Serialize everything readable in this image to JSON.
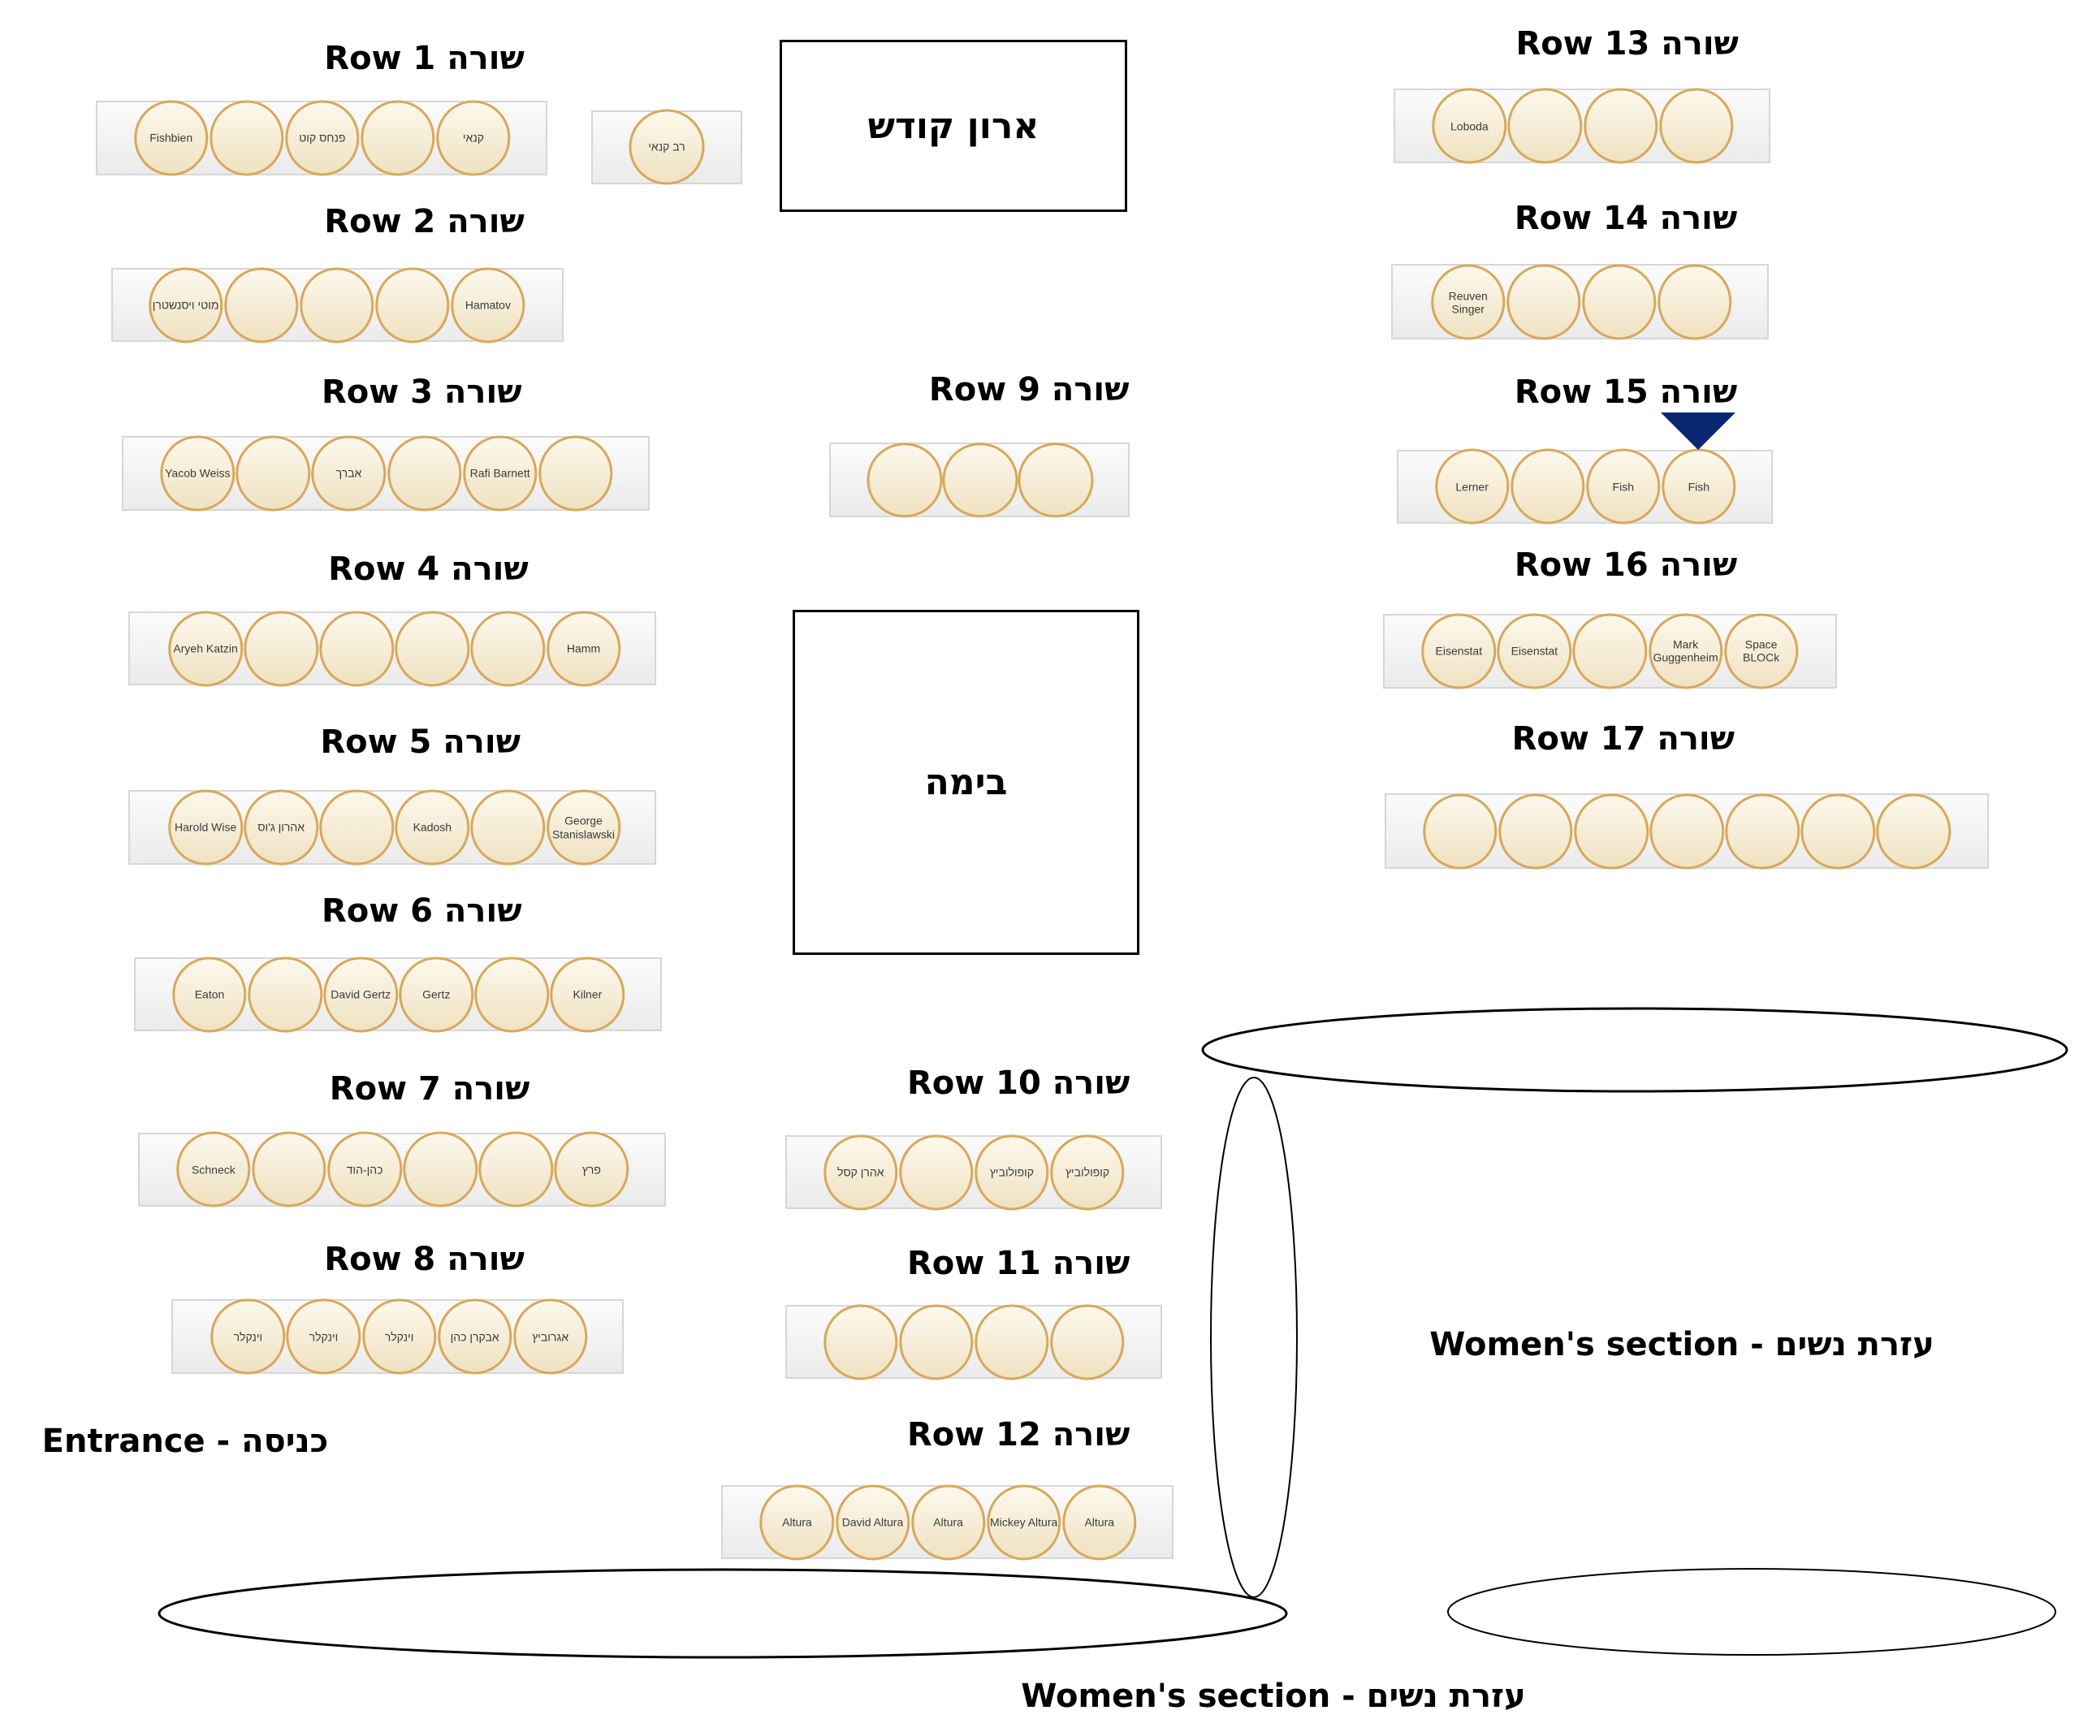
{
  "landmarks": {
    "ark": "ארון קודש",
    "bimah": "בימה",
    "entrance": "Entrance - כניסה",
    "womens_section_right": "Women's section - עזרת נשים",
    "womens_section_bottom": "Women's section - עזרת נשים"
  },
  "colors": {
    "seat_border": "#d8a85a",
    "seat_fill": "#f5ecd5",
    "marker": "#0b2670"
  },
  "rabbi_seat": {
    "name": "רב קנאי"
  },
  "selected_seat": {
    "row": 15,
    "seat_index": 3
  },
  "rows": [
    {
      "number": 1,
      "label": "Row 1 שורה",
      "seats": [
        "Fishbien",
        "",
        "פנחס קוט",
        "",
        "קנאי"
      ]
    },
    {
      "number": 2,
      "label": "Row 2 שורה",
      "seats": [
        "מוטי ויסנשטרן",
        "",
        "",
        "",
        "Hamatov"
      ]
    },
    {
      "number": 3,
      "label": "Row 3 שורה",
      "seats": [
        "Yacob Weiss",
        "",
        "אברך",
        "",
        "Rafi Barnett",
        ""
      ]
    },
    {
      "number": 4,
      "label": "Row 4 שורה",
      "seats": [
        "Aryeh Katzin",
        "",
        "",
        "",
        "",
        "Hamm"
      ]
    },
    {
      "number": 5,
      "label": "Row 5 שורה",
      "seats": [
        "Harold Wise",
        "אהרון ג'וס",
        "",
        "Kadosh",
        "",
        "George Stanislawski"
      ]
    },
    {
      "number": 6,
      "label": "Row 6 שורה",
      "seats": [
        "Eaton",
        "",
        "David Gertz",
        "Gertz",
        "",
        "Kilner"
      ]
    },
    {
      "number": 7,
      "label": "Row 7 שורה",
      "seats": [
        "Schneck",
        "",
        "כהן-הוד",
        "",
        "",
        "פרץ"
      ]
    },
    {
      "number": 8,
      "label": "Row 8 שורה",
      "seats": [
        "וינקלר",
        "וינקלר",
        "וינקלר",
        "אבקרן כהן",
        "אגרוביץ"
      ]
    },
    {
      "number": 9,
      "label": "Row 9 שורה",
      "seats": [
        "",
        "",
        ""
      ]
    },
    {
      "number": 10,
      "label": "Row 10 שורה",
      "seats": [
        "אהרן קסל",
        "",
        "קופולוביץ",
        "קופולוביץ"
      ]
    },
    {
      "number": 11,
      "label": "Row 11 שורה",
      "seats": [
        "",
        "",
        "",
        ""
      ]
    },
    {
      "number": 12,
      "label": "Row 12 שורה",
      "seats": [
        "Altura",
        "David Altura",
        "Altura",
        "Mickey Altura",
        "Altura"
      ]
    },
    {
      "number": 13,
      "label": "Row 13 שורה",
      "seats": [
        "Loboda",
        "",
        "",
        ""
      ]
    },
    {
      "number": 14,
      "label": "Row 14 שורה",
      "seats": [
        "Reuven Singer",
        "",
        "",
        ""
      ]
    },
    {
      "number": 15,
      "label": "Row 15 שורה",
      "seats": [
        "Lerner",
        "",
        "Fish",
        "Fish"
      ]
    },
    {
      "number": 16,
      "label": "Row 16 שורה",
      "seats": [
        "Eisenstat",
        "Eisenstat",
        "",
        "Mark Guggenheim",
        "Space BLOCk"
      ]
    },
    {
      "number": 17,
      "label": "Row 17 שורה",
      "seats": [
        "",
        "",
        "",
        "",
        "",
        "",
        ""
      ]
    }
  ]
}
